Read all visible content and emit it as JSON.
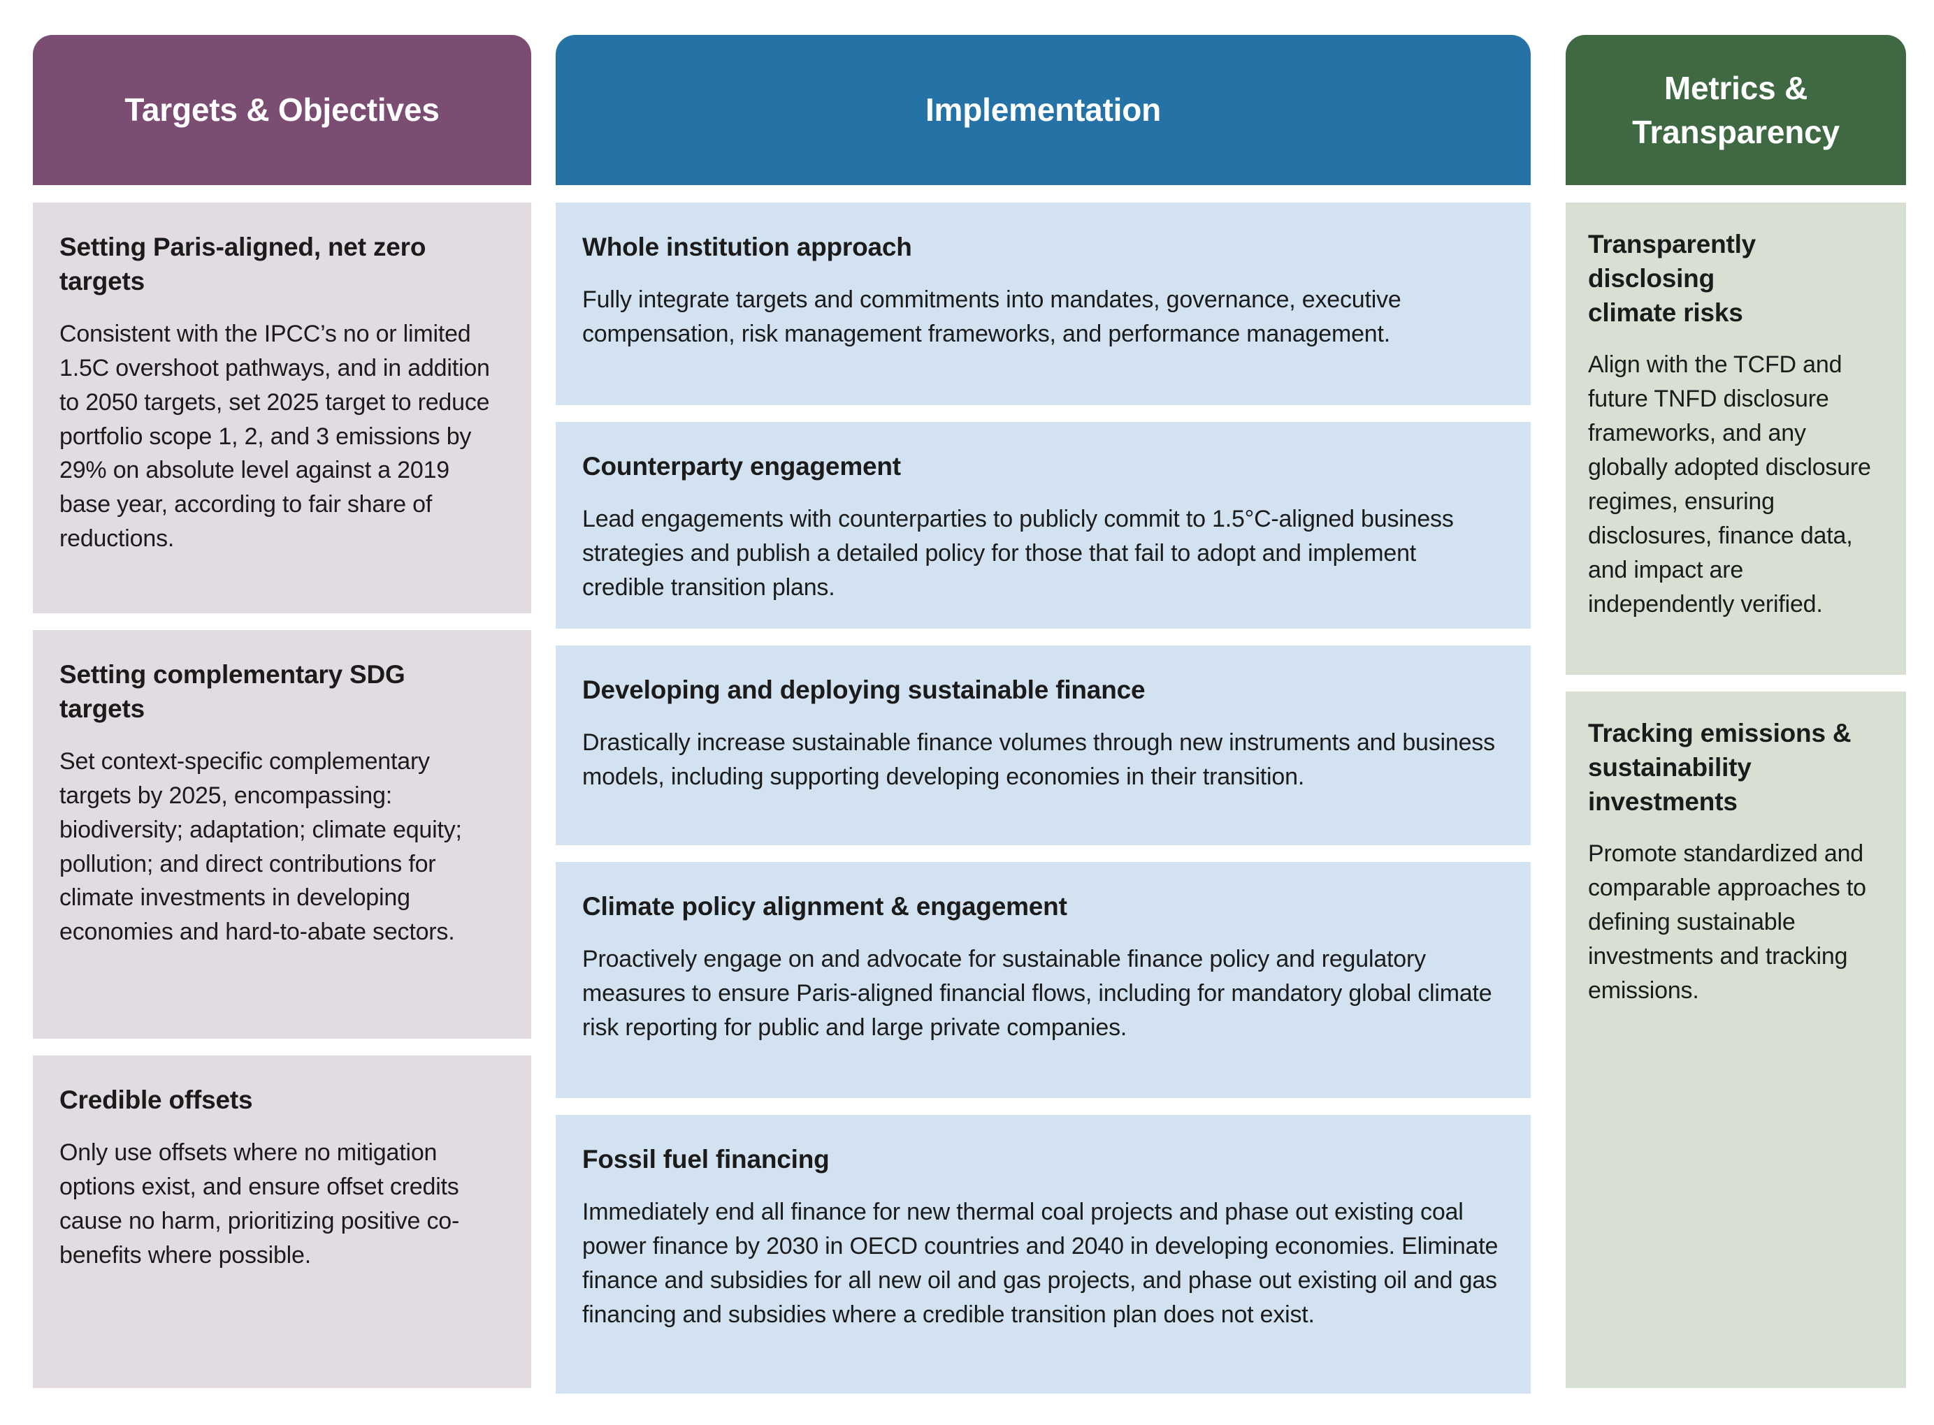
{
  "page": {
    "background_color": "#ffffff",
    "text_color": "#1b1b1b"
  },
  "columns": [
    {
      "id": "targets-objectives",
      "header": {
        "label": "Targets & Objectives",
        "color": "#7C4D72"
      },
      "card_background": "#E3DBE2",
      "cards": [
        {
          "title": "Setting Paris-aligned, net zero\ntargets",
          "body": "Consistent with the IPCC’s no or limited 1.5C overshoot pathways, and in addition to 2050 targets, set 2025 target to reduce portfolio scope 1, 2, and 3 emissions by 29% on absolute level against a 2019 base year, according to fair share of reductions."
        },
        {
          "title": "Setting complementary SDG\ntargets",
          "body": "Set context-specific complementary targets by 2025, encompassing: biodiversity; adaptation; climate equity; pollution; and direct contributions for climate investments in developing economies and hard-to-abate sectors."
        },
        {
          "title": "Credible offsets",
          "body": "Only use offsets where no mitigation options exist, and ensure offset credits cause no harm, prioritizing positive co-benefits where possible."
        }
      ]
    },
    {
      "id": "implementation",
      "header": {
        "label": "Implementation",
        "color": "#2572A7"
      },
      "card_background": "#D2E2F0",
      "cards": [
        {
          "title": "Whole institution approach",
          "body": "Fully integrate targets and commitments into mandates, governance, executive compensation, risk management frameworks, and performance management."
        },
        {
          "title": "Counterparty engagement",
          "body": "Lead engagements with counterparties to publicly commit to 1.5°C-aligned business strategies and publish a detailed policy for those that fail to adopt and implement credible transition plans."
        },
        {
          "title": "Developing and deploying sustainable finance",
          "body": "Drastically increase sustainable finance volumes through new instruments and business models, including supporting developing economies in their transition."
        },
        {
          "title": "Climate policy alignment & engagement",
          "body": "Proactively engage on and advocate for sustainable finance policy and regulatory measures to ensure Paris-aligned financial flows, including for mandatory global climate risk reporting for public and large private companies."
        },
        {
          "title": "Fossil fuel financing",
          "body": "Immediately end all finance for new thermal coal projects and phase out existing coal power finance by 2030 in OECD countries and 2040 in developing economies. Eliminate finance and subsidies for all new oil and gas projects, and phase out existing oil and gas financing and subsidies where a credible transition plan does not exist."
        }
      ]
    },
    {
      "id": "metrics-transparency",
      "header": {
        "label": "Metrics &\nTransparency",
        "color": "#3E6943"
      },
      "card_background": "#D8E0D4",
      "cards": [
        {
          "title": "Transparently\ndisclosing\nclimate risks",
          "body": "Align with the TCFD and future TNFD disclosure frameworks, and any globally adopted disclosure regimes, ensuring disclosures, finance data, and impact are independently verified."
        },
        {
          "title": "Tracking emissions &\nsustainability\ninvestments",
          "body": "Promote standardized and comparable approaches to defining sustainable investments and tracking emissions."
        }
      ]
    }
  ]
}
